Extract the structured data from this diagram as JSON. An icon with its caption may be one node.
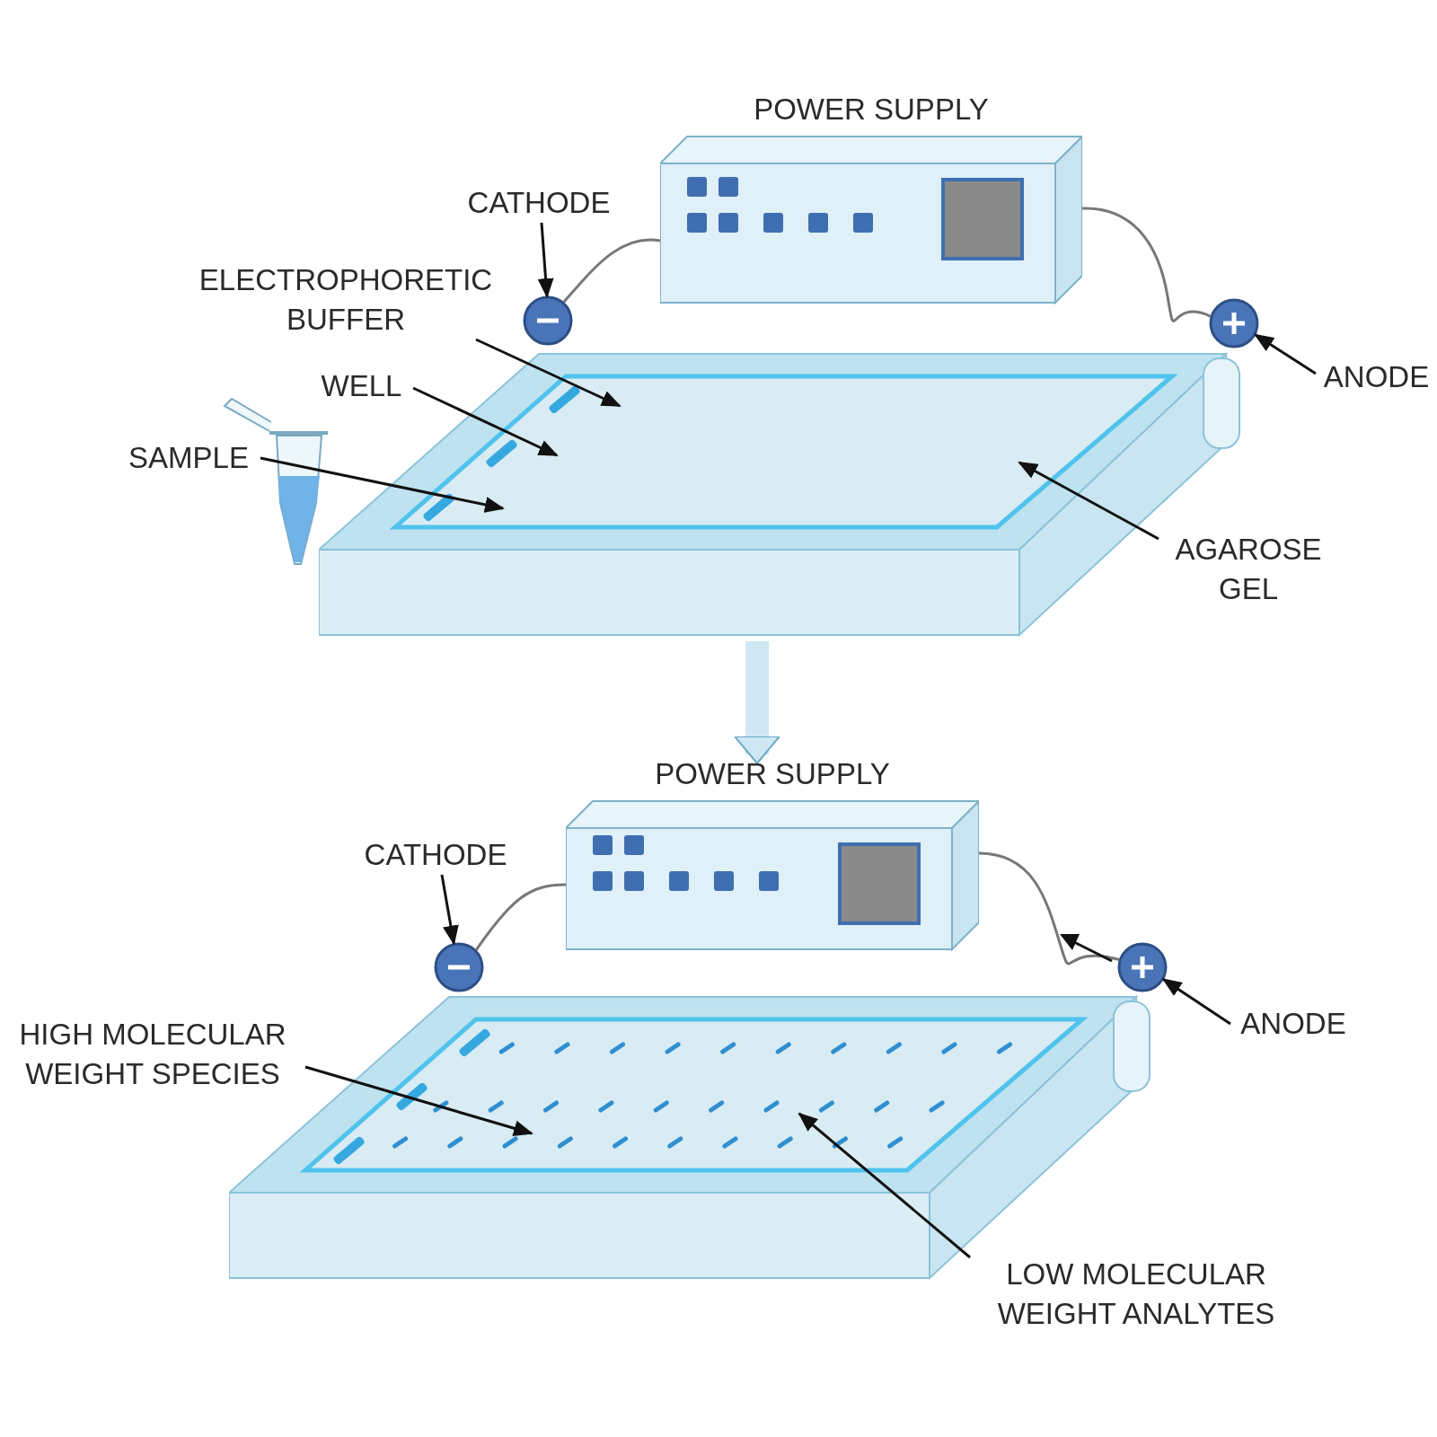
{
  "diagram": {
    "nodes": [
      {
        "text": [
          "POWER SUPPLY"
        ]
      },
      {
        "text": [
          "CATHODE"
        ]
      },
      {
        "text": [],
        "shape": "circle"
      },
      {
        "text": [],
        "shape": "circle"
      },
      {
        "text": [
          "ANODE"
        ]
      },
      {
        "text": [
          "ELECTROPHORETIC BUFFER"
        ]
      },
      {
        "text": [
          "WELL"
        ]
      },
      {
        "text": [
          "SAMPLE"
        ]
      },
      {
        "text": [
          "AGAROSE GEL"
        ]
      },
      {
        "text": [],
        "shape": "picture"
      },
      {
        "text": [
          "POWER SUPPLY"
        ]
      },
      {
        "text": [
          "CATHODE"
        ]
      },
      {
        "text": [],
        "shape": "circle"
      },
      {
        "text": [],
        "shape": "circle"
      },
      {
        "text": [
          "ANODE"
        ]
      },
      {
        "text": [
          "HIGH MOLECULAR WEIGHT SPECIES"
        ]
      },
      {
        "text": [
          "LOW MOLECULAR WEIGHT ANALYTES"
        ]
      },
      {
        "text": [],
        "shape": "picture"
      }
    ],
    "edges": [
      {
        "from": 1,
        "to": 2,
        "arrow": "to"
      },
      {
        "from": 2,
        "to": 0,
        "arrow": "none",
        "color": "#777777"
      },
      {
        "from": 0,
        "to": 3,
        "arrow": "none",
        "color": "#777777"
      },
      {
        "from": 4,
        "to": 3,
        "arrow": "to"
      },
      {
        "from": 5,
        "to": 9,
        "arrow": "to"
      },
      {
        "from": 6,
        "to": 9,
        "arrow": "to"
      },
      {
        "from": 7,
        "to": 9,
        "arrow": "to"
      },
      {
        "from": 8,
        "to": 9,
        "arrow": "to"
      },
      {
        "from": 9,
        "to": 10,
        "arrow": "to",
        "style": "thick",
        "color": "#cfe7f3"
      },
      {
        "from": 11,
        "to": 12,
        "arrow": "to"
      },
      {
        "from": 12,
        "to": 10,
        "arrow": "none",
        "color": "#777777"
      },
      {
        "from": 10,
        "to": 13,
        "arrow": "none",
        "color": "#777777"
      },
      {
        "from": 14,
        "to": 13,
        "arrow": "to"
      },
      {
        "from": 15,
        "to": 17,
        "arrow": "to"
      },
      {
        "from": 16,
        "to": 17,
        "arrow": "to"
      }
    ]
  }
}
